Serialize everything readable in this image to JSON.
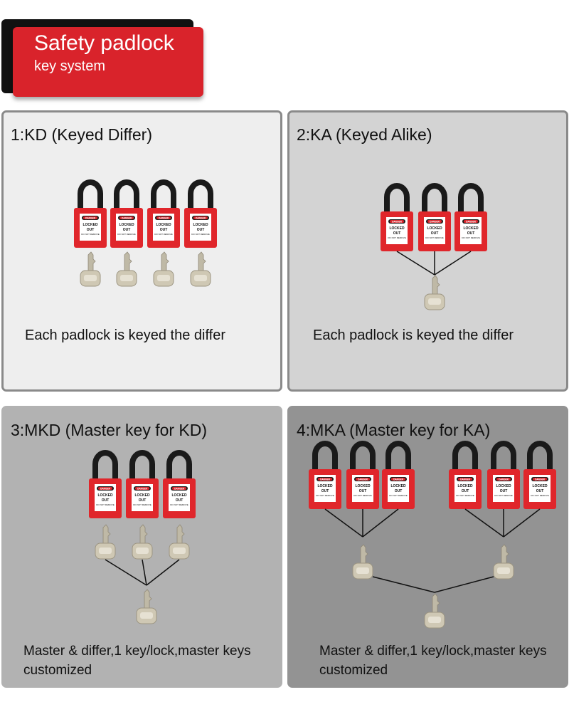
{
  "banner": {
    "title": "Safety padlock",
    "subtitle": "key system"
  },
  "colors": {
    "lock_red": "#e0262b",
    "shackle": "#1a1a1a",
    "key": "#cfc8b4",
    "banner": "#d9232b"
  },
  "lock_label": {
    "top": "DANGER",
    "line1": "LOCKED",
    "line2": "OUT",
    "line3": "DO NOT REMOVE"
  },
  "panels": [
    {
      "title": "1:KD (Keyed Differ)",
      "description": "Each padlock is keyed the differ"
    },
    {
      "title": "2:KA (Keyed Alike)",
      "description": "Each padlock is keyed the differ"
    },
    {
      "title": "3:MKD (Master key for KD)",
      "description": "Master & differ,1 key/lock,master keys customized"
    },
    {
      "title": "4:MKA (Master key for KA)",
      "description": "Master & differ,1 key/lock,master keys customized"
    }
  ]
}
